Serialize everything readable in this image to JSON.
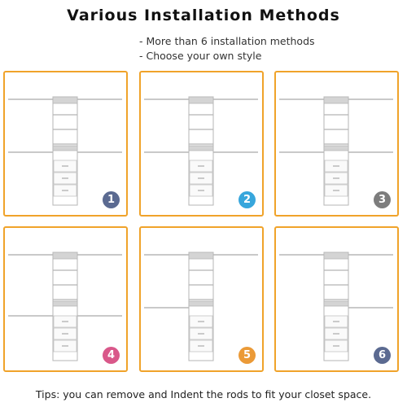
{
  "title": "Various Installation Methods",
  "bullets": [
    "- More than 6 installation methods",
    "- Choose your own style"
  ],
  "panels": [
    {
      "number": "1",
      "color": "#5b6a91",
      "rods": [
        "top",
        "middle"
      ]
    },
    {
      "number": "2",
      "color": "#37a6dc",
      "rods": [
        "top",
        "middle"
      ]
    },
    {
      "number": "3",
      "color": "#7d7d7d",
      "rods": [
        "top",
        "middle"
      ]
    },
    {
      "number": "4",
      "color": "#d9588a",
      "rods": [
        "top",
        "bottom"
      ]
    },
    {
      "number": "5",
      "color": "#eb9a37",
      "rods": [
        "top-right",
        "bottom-left"
      ]
    },
    {
      "number": "6",
      "color": "#5b6a91",
      "rods": [
        "top",
        "bottom-right"
      ]
    }
  ],
  "frame_color": "#f0a32a",
  "tips": "Tips: you can remove and Indent the rods to fit your closet space."
}
